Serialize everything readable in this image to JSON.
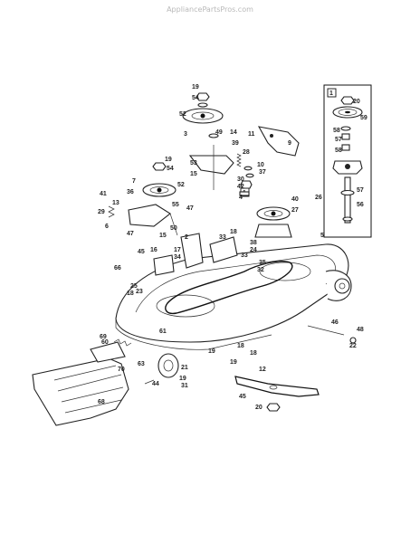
{
  "watermark": "AppliancePartsPros.com",
  "box_markers": [
    "1",
    "1"
  ],
  "callouts": [
    {
      "id": "c19a",
      "text": "19"
    },
    {
      "id": "c54a",
      "text": "54"
    },
    {
      "id": "c52a",
      "text": "52"
    },
    {
      "id": "c49",
      "text": "49"
    },
    {
      "id": "c14a",
      "text": "14"
    },
    {
      "id": "c3",
      "text": "3"
    },
    {
      "id": "c39",
      "text": "39"
    },
    {
      "id": "c53",
      "text": "53"
    },
    {
      "id": "c28",
      "text": "28"
    },
    {
      "id": "c15a",
      "text": "15"
    },
    {
      "id": "c11",
      "text": "11"
    },
    {
      "id": "c9",
      "text": "9"
    },
    {
      "id": "c10",
      "text": "10"
    },
    {
      "id": "c37",
      "text": "37"
    },
    {
      "id": "c30",
      "text": "30"
    },
    {
      "id": "c42",
      "text": "42"
    },
    {
      "id": "c19b",
      "text": "19"
    },
    {
      "id": "c54b",
      "text": "54"
    },
    {
      "id": "c7",
      "text": "7"
    },
    {
      "id": "c52b",
      "text": "52"
    },
    {
      "id": "c36",
      "text": "36"
    },
    {
      "id": "c41",
      "text": "41"
    },
    {
      "id": "c13",
      "text": "13"
    },
    {
      "id": "c29",
      "text": "29"
    },
    {
      "id": "c6",
      "text": "6"
    },
    {
      "id": "c55",
      "text": "55"
    },
    {
      "id": "c50",
      "text": "50"
    },
    {
      "id": "c47a",
      "text": "47"
    },
    {
      "id": "c15b",
      "text": "15"
    },
    {
      "id": "c47b",
      "text": "47"
    },
    {
      "id": "c4",
      "text": "4"
    },
    {
      "id": "c40",
      "text": "40"
    },
    {
      "id": "c26",
      "text": "26"
    },
    {
      "id": "c27",
      "text": "27"
    },
    {
      "id": "c5",
      "text": "5"
    },
    {
      "id": "c33a",
      "text": "33"
    },
    {
      "id": "c18a",
      "text": "18"
    },
    {
      "id": "c2",
      "text": "2"
    },
    {
      "id": "c17",
      "text": "17"
    },
    {
      "id": "c34",
      "text": "34"
    },
    {
      "id": "c16",
      "text": "16"
    },
    {
      "id": "c45a",
      "text": "45"
    },
    {
      "id": "c38",
      "text": "38"
    },
    {
      "id": "c24",
      "text": "24"
    },
    {
      "id": "c33b",
      "text": "33"
    },
    {
      "id": "c35",
      "text": "35"
    },
    {
      "id": "c32",
      "text": "32"
    },
    {
      "id": "c66",
      "text": "66"
    },
    {
      "id": "c18b",
      "text": "18"
    },
    {
      "id": "c25",
      "text": "25"
    },
    {
      "id": "c23",
      "text": "23"
    },
    {
      "id": "c46",
      "text": "46"
    },
    {
      "id": "c48",
      "text": "48"
    },
    {
      "id": "c22",
      "text": "22"
    },
    {
      "id": "c61",
      "text": "61"
    },
    {
      "id": "c18c",
      "text": "18"
    },
    {
      "id": "c18d",
      "text": "18"
    },
    {
      "id": "c19c",
      "text": "19"
    },
    {
      "id": "c19d",
      "text": "19"
    },
    {
      "id": "c12",
      "text": "12"
    },
    {
      "id": "c21",
      "text": "21"
    },
    {
      "id": "c19e",
      "text": "19"
    },
    {
      "id": "c31",
      "text": "31"
    },
    {
      "id": "c44",
      "text": "44"
    },
    {
      "id": "c63",
      "text": "63"
    },
    {
      "id": "c69",
      "text": "69"
    },
    {
      "id": "c60",
      "text": "60"
    },
    {
      "id": "c70",
      "text": "70"
    },
    {
      "id": "c68",
      "text": "68"
    },
    {
      "id": "c45b",
      "text": "45"
    },
    {
      "id": "c20a",
      "text": "20"
    },
    {
      "id": "c20b",
      "text": "20"
    },
    {
      "id": "c59",
      "text": "59"
    },
    {
      "id": "c58",
      "text": "58"
    },
    {
      "id": "c57a",
      "text": "57"
    },
    {
      "id": "c58b",
      "text": "58"
    },
    {
      "id": "c57b",
      "text": "57"
    },
    {
      "id": "c56",
      "text": "56"
    }
  ]
}
